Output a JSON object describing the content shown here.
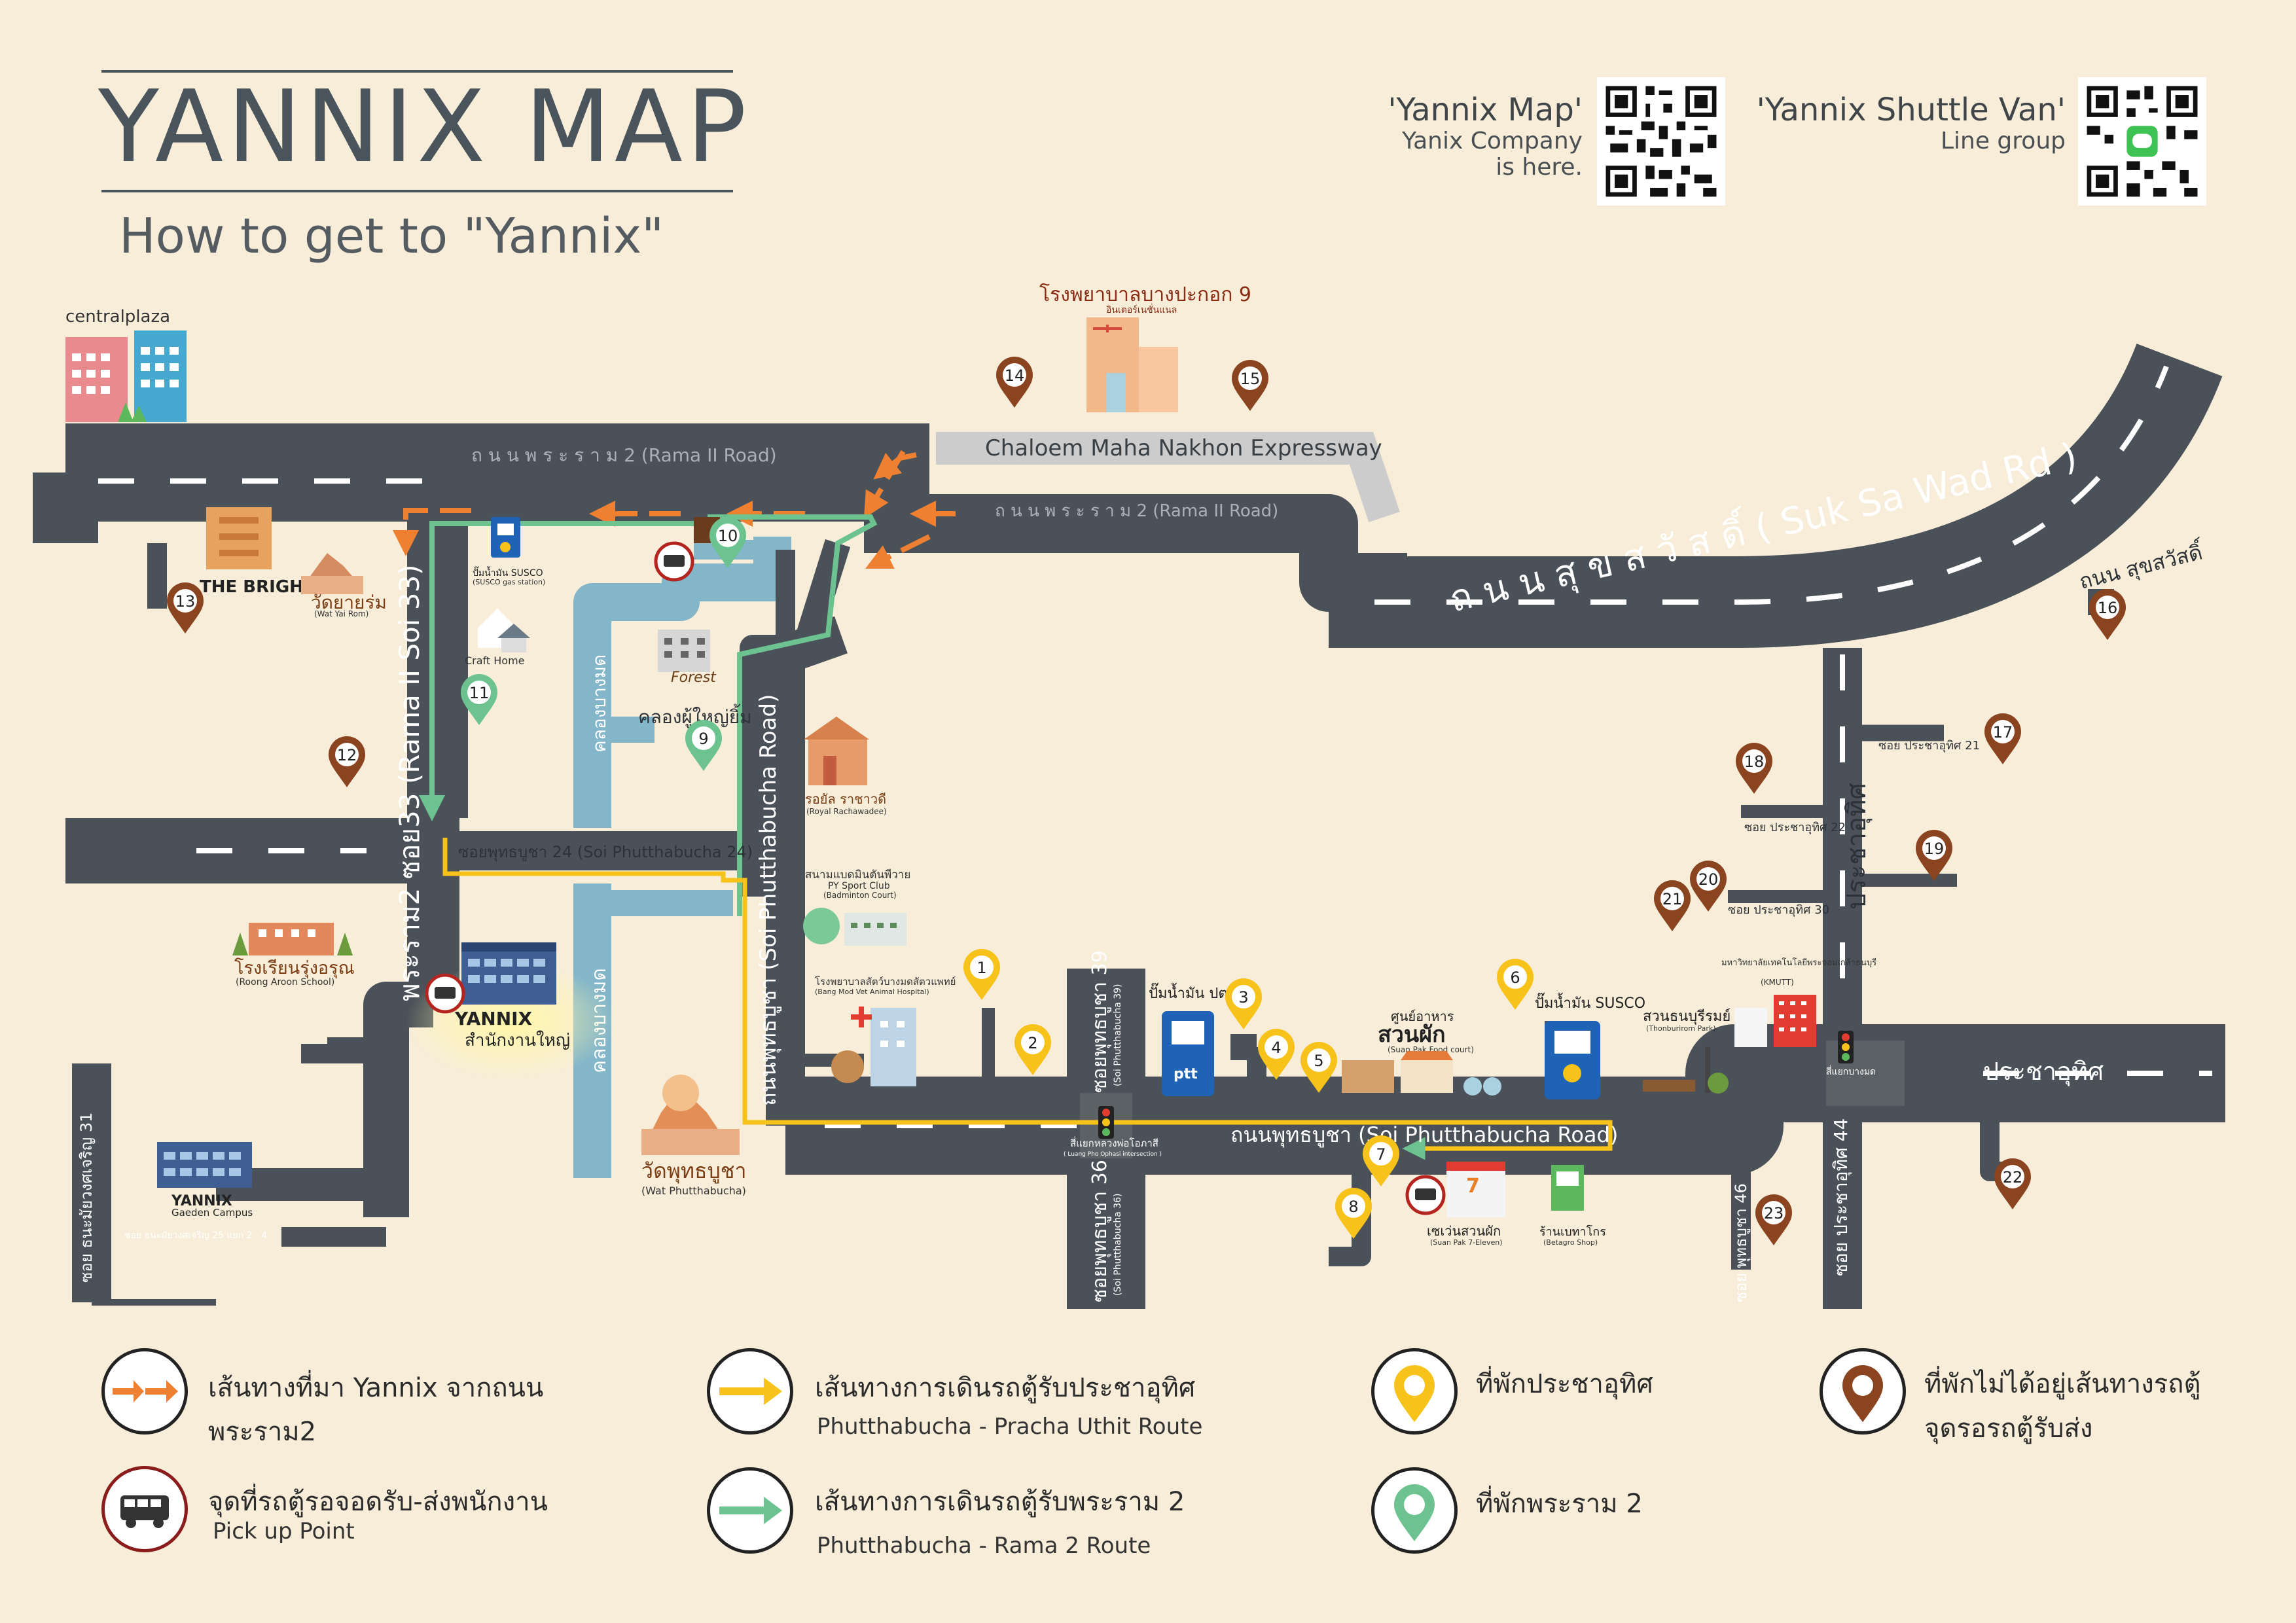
{
  "header": {
    "title": "YANNIX MAP",
    "subtitle": "How to get to \"Yannix\""
  },
  "qr": {
    "map": {
      "title": "'Yannix Map'",
      "line1": "Yanix Company",
      "line2": "is here."
    },
    "van": {
      "title": "'Yannix Shuttle Van'",
      "line1": "Line group"
    }
  },
  "map": {
    "roads": {
      "rama2_a": "ถ น น พ ร ะ ร า ม 2 (Rama II Road)",
      "rama2_b": "ถ น น พ ร ะ ร า ม 2 (Rama II Road)",
      "expressway": "Chaloem Maha Nakhon Expressway",
      "suksawat": "ถ น น สุ ข ส วั ส ดิ์ ( Suk Sa Wad Rd )",
      "suksawat_short": "ถนน สุขสวัสดิ์",
      "rama2_soi33": "พระราม2 ซอย33 (Rama II Soi 33)",
      "soi24": "ซอยพุทธบูชา 24 (Soi Phutthabucha 24)",
      "phutthabucha_vertical": "ถนนพุทธบูชา (Soi Phutthabucha  Road)",
      "phutthabucha_main": "ถนนพุทธบูชา (Soi Phutthabucha  Road)",
      "soi39": "ซอยพุทธบูชา 39",
      "soi39_en": "(Soi Phutthabucha 39)",
      "soi36": "ซอยพุทธบูชา 36",
      "soi36_en": "(Soi Phutthabucha 36)",
      "pracha_uthit_v": "ประชาอุทิศ",
      "pracha_uthit_h": "ประชาอุทิศ",
      "pracha_uthit_44": "ซอย ประชาอุทิศ 44",
      "soi46": "ซอย พุทธบูชา 46",
      "soi31": "ซอย ธนะมัยวงศเจริญ 31",
      "soi25": "ซอย ธนะมัยวงศเจริญ 25 แยก 2 - 4",
      "khlong1": "คลองบางมด",
      "khlong2": "คลองบางมด",
      "khlong3": "คลองผู้ใหญ่ยิ้ม",
      "pu21": "ซอย ประชาอุทิศ 21",
      "pu22": "ซอย ประชาอุทิศ 22",
      "pu30": "ซอย ประชาอุทิศ 30",
      "suanthon": "สวนธนบุรีรมย์"
    },
    "places": {
      "central": "centralplaza",
      "hospital_th": "โรงพยาบาลบางปะกอก 9",
      "hospital_sub": "อินเตอร์เนชั่นแนล",
      "bright": "THE BRIGHT",
      "watyairom": "วัดยายร่ม",
      "watyairom_en": "(Wat Yai Rom)",
      "susco1": "ปั๊มน้ำมัน SUSCO",
      "susco1_en": "(SUSCO gas station)",
      "crafthome": "Craft Home",
      "forest": "Forest",
      "royal_th": "รอยัล ราชาวดี",
      "royal_en": "(Royal Rachawadee)",
      "badminton_th": "สนามแบดมินตันพีวาย",
      "badminton_en1": "PY Sport Club",
      "badminton_en2": "(Badminton Court)",
      "vet_th": "โรงพยาบาลสัตว์บางมดสัตวแพทย์",
      "vet_en": "(Bang Mod Vet Animal Hospital)",
      "school_th": "โรงเรียนรุ่งอรุณ",
      "school_en": "(Roong Aroon School)",
      "yannix_hq": "สำนักงานใหญ่",
      "yannix_logo": "YANNIX",
      "garden": "YANNIX",
      "garden_sub": "Gaeden Campus",
      "watphut_th": "วัดพุทธบูชา",
      "watphut_en": "(Wat Phutthabucha)",
      "intersection_th": "สี่แยกหลวงพ่อโอภาสี",
      "intersection_en": "( Luang Pho Ophasi intersection )",
      "ptt": "ปั๊มน้ำมัน ปตท.",
      "foodcourt_label": "ศูนย์อาหาร",
      "foodcourt_th": "สวนผัก",
      "foodcourt_en": "(Suan Pak Food court)",
      "susco2": "ปั๊มน้ำมัน SUSCO",
      "suanthon_en": "(Thonburirom Park)",
      "kmutt": "มหาวิทยาลัยเทคโนโลยีพระจอมเกล้าธนบุรี",
      "kmutt_en": "(KMUTT)",
      "seven_th": "เซเว่นสวนผัก",
      "seven_en": "(Suan Pak 7-Eleven)",
      "betagro_th": "ร้านเบทาโกร",
      "betagro_en": "(Betagro Shop)",
      "bangkhun": "สี่แยกบางมด"
    },
    "pins": [
      {
        "num": "1",
        "type": "yellow"
      },
      {
        "num": "2",
        "type": "yellow"
      },
      {
        "num": "3",
        "type": "yellow"
      },
      {
        "num": "4",
        "type": "yellow"
      },
      {
        "num": "5",
        "type": "yellow"
      },
      {
        "num": "6",
        "type": "yellow"
      },
      {
        "num": "7",
        "type": "yellow"
      },
      {
        "num": "8",
        "type": "yellow"
      },
      {
        "num": "9",
        "type": "green"
      },
      {
        "num": "10",
        "type": "green"
      },
      {
        "num": "11",
        "type": "green"
      },
      {
        "num": "12",
        "type": "brown"
      },
      {
        "num": "13",
        "type": "brown"
      },
      {
        "num": "14",
        "type": "brown"
      },
      {
        "num": "15",
        "type": "brown"
      },
      {
        "num": "16",
        "type": "brown"
      },
      {
        "num": "17",
        "type": "brown"
      },
      {
        "num": "18",
        "type": "brown"
      },
      {
        "num": "19",
        "type": "brown"
      },
      {
        "num": "20",
        "type": "brown"
      },
      {
        "num": "21",
        "type": "brown"
      },
      {
        "num": "22",
        "type": "brown"
      },
      {
        "num": "23",
        "type": "brown"
      }
    ]
  },
  "legend": {
    "orange_th1": "เส้นทางที่มา Yannix จากถนน",
    "orange_th2": "พระราม2",
    "yellow_th": "เส้นทางการเดินรถตู้รับประชาอุทิศ",
    "yellow_en": "Phutthabucha - Pracha Uthit Route",
    "green_th": "เส้นทางการเดินรถตู้รับพระราม 2",
    "green_en": "Phutthabucha - Rama 2 Route",
    "pickup_th": "จุดที่รถตู้รอจอดรับ-ส่งพนักงาน",
    "pickup_en": "Pick up Point",
    "pin_yellow": "ที่พักประชาอุทิศ",
    "pin_green": "ที่พักพระราม 2",
    "pin_brown1": "ที่พักไม่ได้อยู่เส้นทางรถตู้",
    "pin_brown2": "จุดรอรถตู้รับส่ง"
  },
  "colors": {
    "road": "#4a5159",
    "canal": "#84b6c9",
    "orange": "#ef8032",
    "yellow": "#f7c31b",
    "green": "#6cc38f",
    "brown": "#8a4420",
    "bg": "#f7edd8"
  }
}
